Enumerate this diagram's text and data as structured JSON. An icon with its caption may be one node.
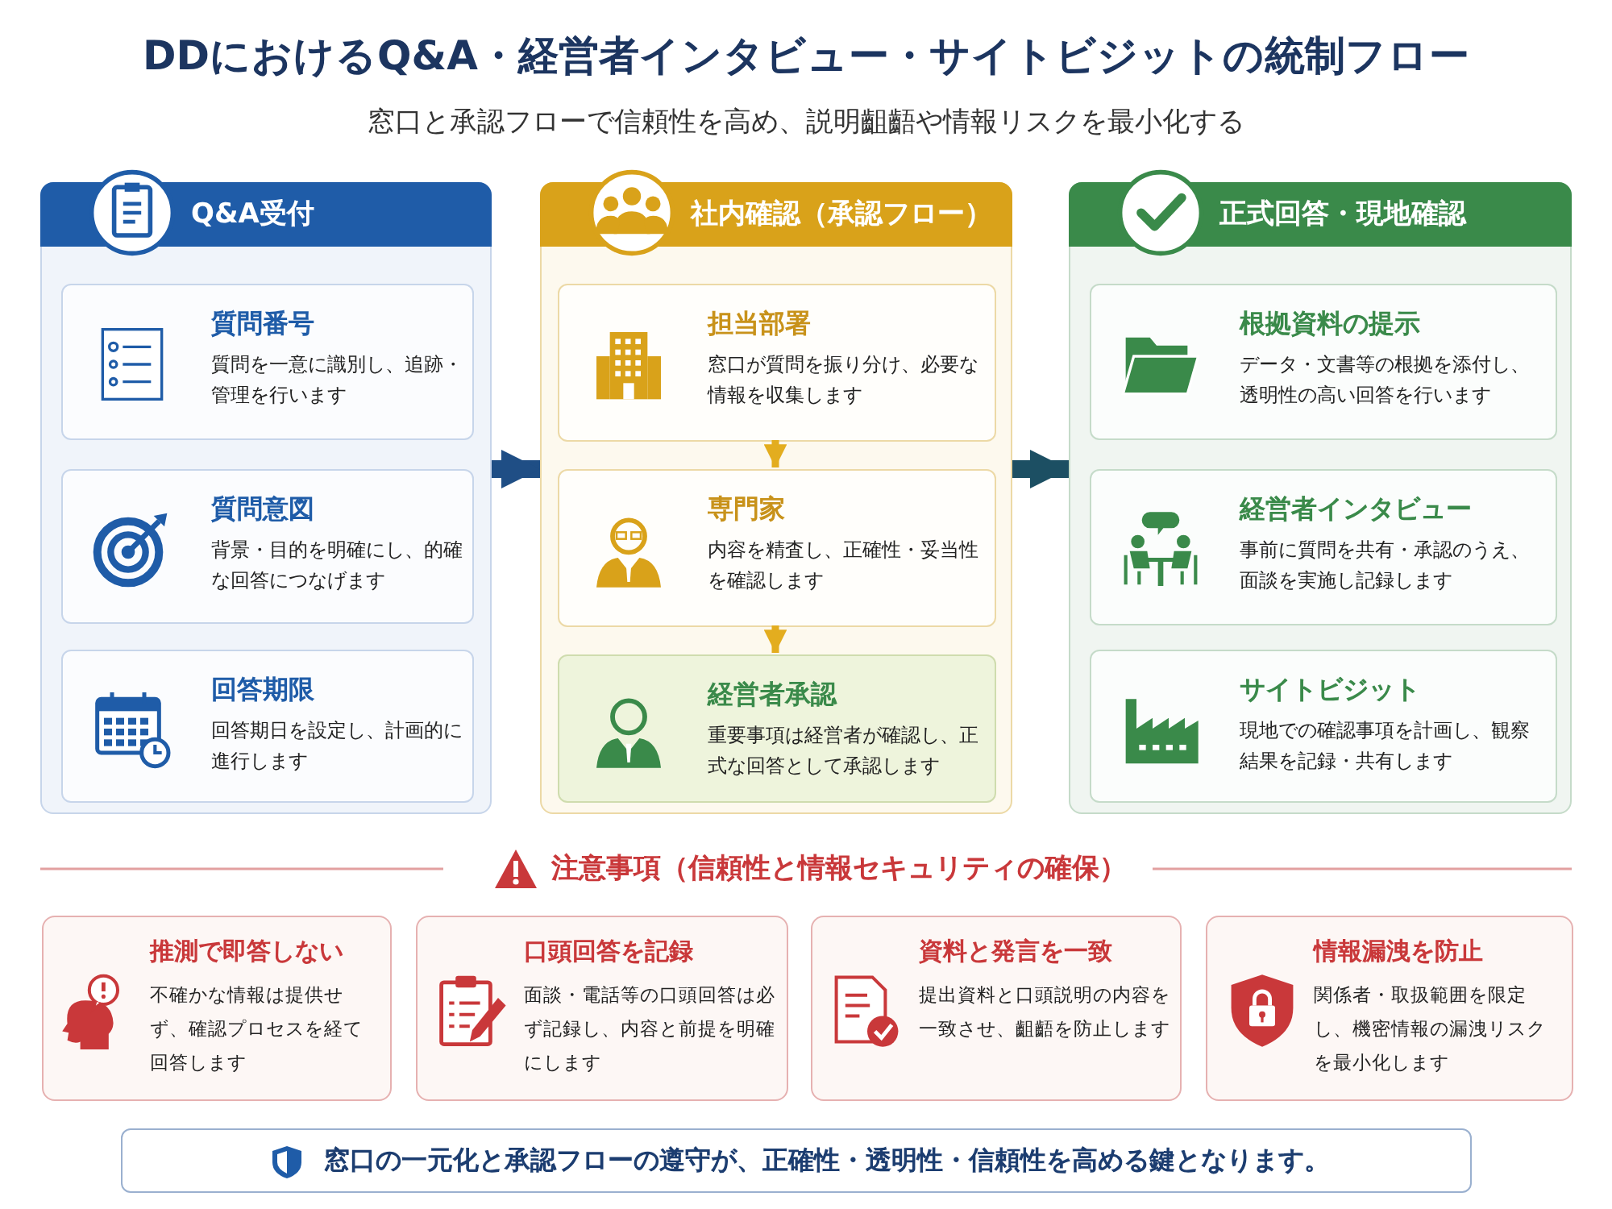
{
  "diagram": {
    "title": "DDにおけるQ&A・経営者インタビュー・サイトビジットの統制フロー",
    "nodes": [
      {
        "text": [
          "Q&A受付"
        ]
      },
      {
        "text": [
          "質問番号",
          "質問を一意に識別し、追跡・管理を行います"
        ],
        "in": 0
      },
      {
        "text": [
          "質問意図",
          "背景・目的を明確にし、的確な回答につなげます"
        ],
        "in": 0
      },
      {
        "text": [
          "回答期限",
          "回答期日を設定し、計画的に進行します"
        ],
        "in": 0
      },
      {
        "text": [
          "社内確認（承認フロー）"
        ]
      },
      {
        "text": [
          "担当部署",
          "窓口が質問を振り分け、必要な情報を収集します"
        ],
        "in": 4
      },
      {
        "text": [
          "専門家",
          "内容を精査し、正確性・妥当性を確認します"
        ],
        "in": 4
      },
      {
        "text": [
          "経営者承認",
          "重要事項は経営者が確認し、正式な回答として承認します"
        ],
        "in": 4
      },
      {
        "text": [
          "正式回答・現地確認"
        ]
      },
      {
        "text": [
          "根拠資料の提示",
          "データ・文書等の根拠を添付し、透明性の高い回答を行います"
        ],
        "in": 8
      },
      {
        "text": [
          "経営者インタビュー",
          "事前に質問を共有・承認のうえ、面談を実施し記録します"
        ],
        "in": 8
      },
      {
        "text": [
          "サイトビジット",
          "現地での確認事項を計画し、観察結果を記録・共有します"
        ],
        "in": 8
      },
      {
        "text": [
          "推測で即答しない",
          "不確かな情報は提供せず、確認プロセスを経て回答します"
        ]
      },
      {
        "text": [
          "口頭回答を記録",
          "面談・電話等の口頭回答は必ず記録し、内容と前提を明確にします"
        ]
      },
      {
        "text": [
          "資料と発言を一致",
          "提出資料と口頭説明の内容を一致させ、齟齬を防止します"
        ]
      },
      {
        "text": [
          "情報漏洩を防止",
          "関係者・取扱範囲を限定し、機密情報の漏洩リスクを最小化します"
        ]
      },
      {
        "text": [
          "窓口の一元化と承認フローの遵守が、正確性・透明性・信頼性を高める鍵となります。"
        ]
      }
    ],
    "edges": [
      {
        "from": 0,
        "to": 4,
        "arrow": "to",
        "style": "thick",
        "color": "#1f4e85"
      },
      {
        "from": 5,
        "to": 6,
        "arrow": "to",
        "color": "#e3ad1f"
      },
      {
        "from": 6,
        "to": 7,
        "arrow": "to",
        "color": "#e3ad1f"
      },
      {
        "from": 4,
        "to": 8,
        "arrow": "to",
        "style": "thick",
        "color": "#1c4f63"
      }
    ],
    "labels": [
      "窓口と承認フローで信頼性を高め、説明齟齬や情報リスクを最小化する",
      "注意事項（信頼性と情報セキュリティの確保）"
    ]
  }
}
